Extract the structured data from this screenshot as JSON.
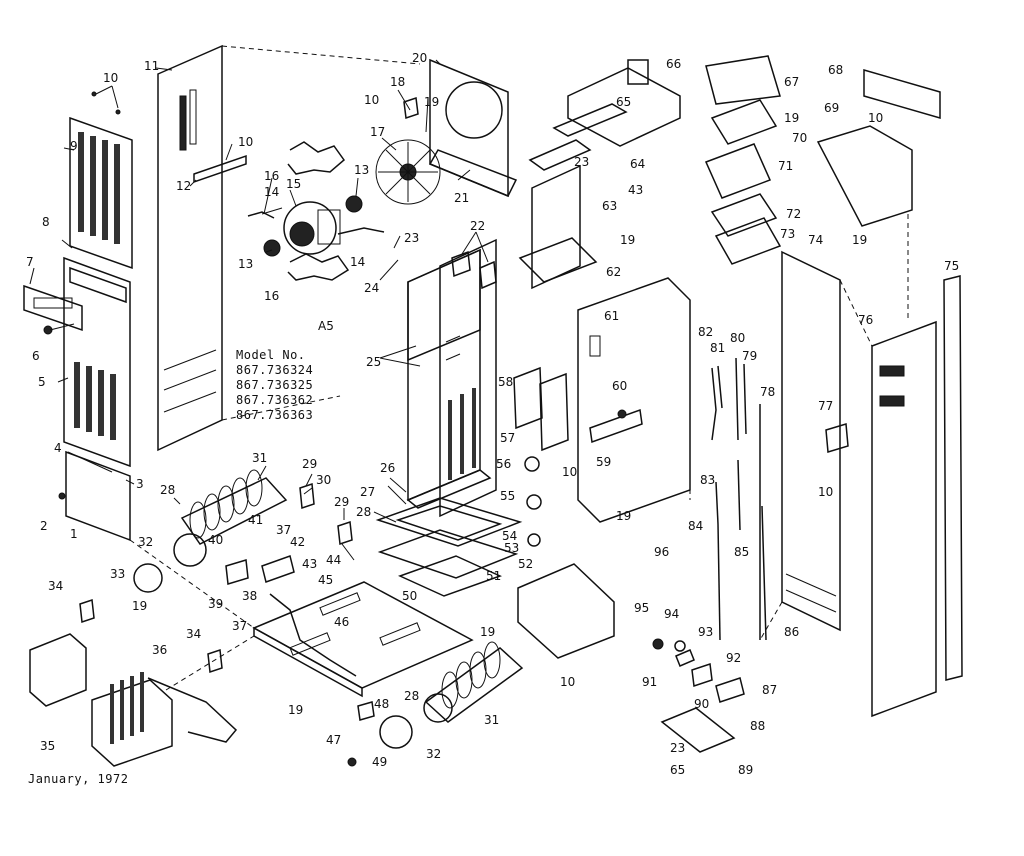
{
  "diagram": {
    "section_label": "A5",
    "model_heading": "Model No.",
    "model_numbers": [
      "867.736324",
      "867.736325",
      "867.736362",
      "867.736363"
    ],
    "date": "January, 1972",
    "part_callouts": [
      "1",
      "2",
      "3",
      "4",
      "5",
      "6",
      "7",
      "8",
      "9",
      "10",
      "11",
      "12",
      "13",
      "14",
      "15",
      "16",
      "17",
      "18",
      "19",
      "20",
      "21",
      "22",
      "23",
      "24",
      "25",
      "26",
      "27",
      "28",
      "29",
      "30",
      "31",
      "32",
      "33",
      "34",
      "35",
      "36",
      "37",
      "38",
      "39",
      "40",
      "41",
      "42",
      "43",
      "44",
      "45",
      "46",
      "47",
      "48",
      "49",
      "50",
      "51",
      "52",
      "53",
      "54",
      "55",
      "56",
      "57",
      "58",
      "59",
      "60",
      "61",
      "62",
      "63",
      "64",
      "65",
      "66",
      "67",
      "68",
      "69",
      "70",
      "71",
      "72",
      "73",
      "74",
      "75",
      "76",
      "77",
      "78",
      "79",
      "80",
      "81",
      "82",
      "83",
      "84",
      "85",
      "86",
      "87",
      "88",
      "89",
      "90",
      "91",
      "92",
      "93",
      "94",
      "95",
      "96"
    ]
  }
}
